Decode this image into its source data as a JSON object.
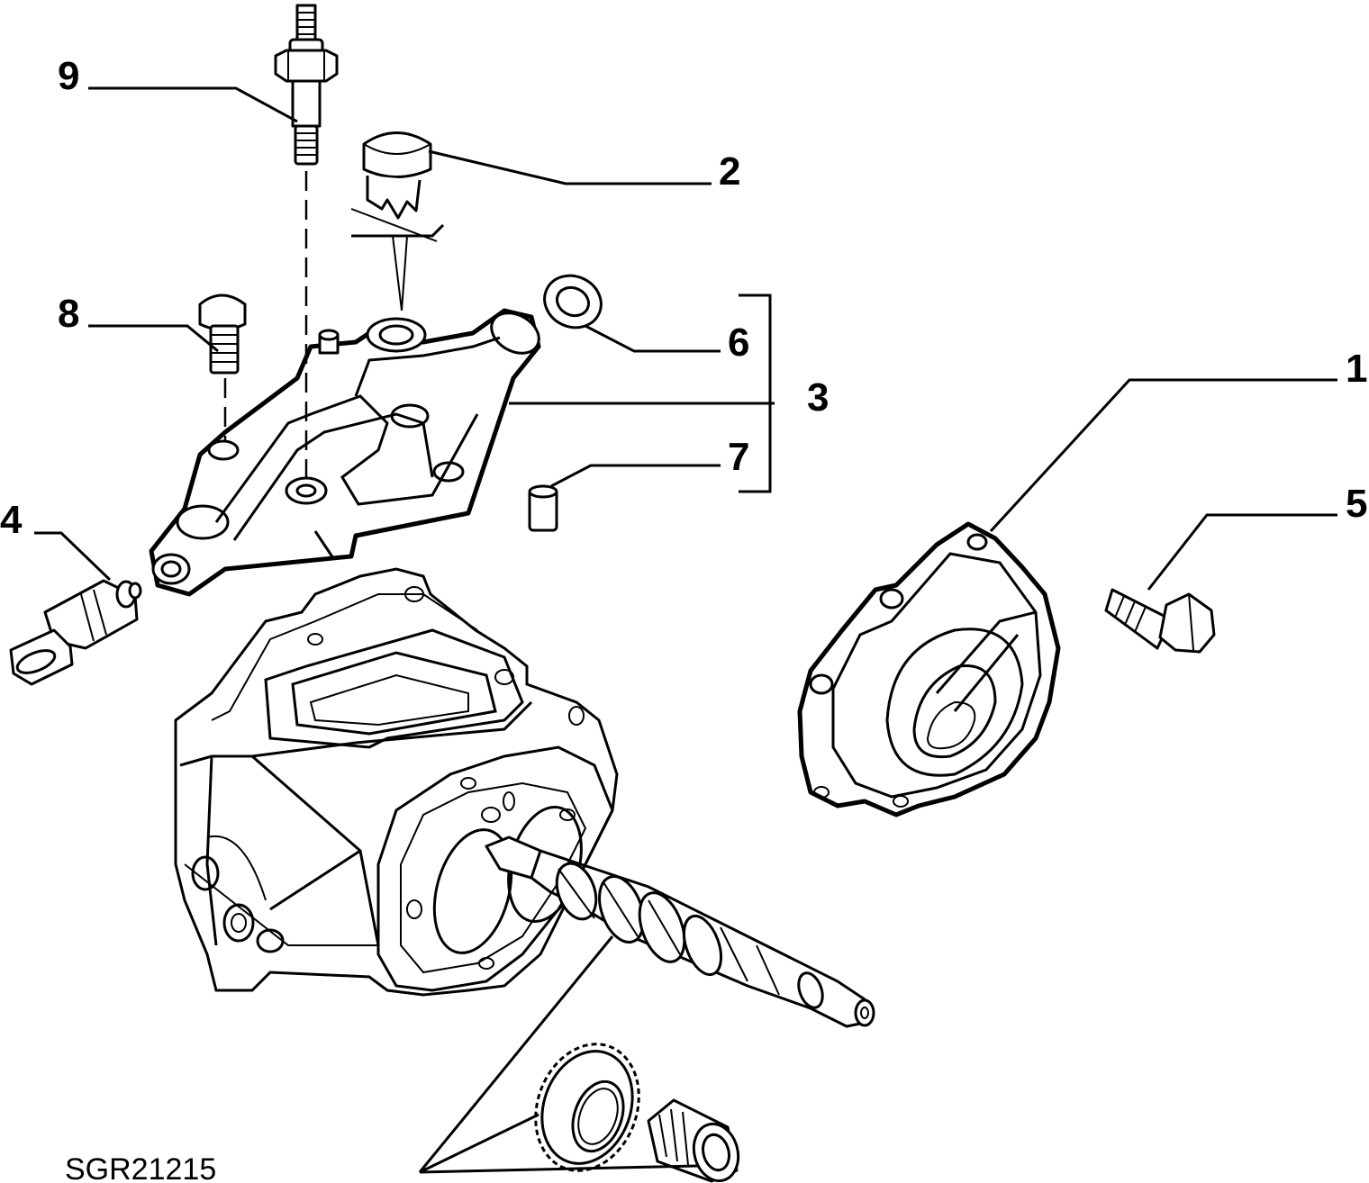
{
  "diagram": {
    "reference_code": "SGR21215",
    "callouts": [
      {
        "id": "1",
        "label": "1"
      },
      {
        "id": "2",
        "label": "2"
      },
      {
        "id": "3",
        "label": "3"
      },
      {
        "id": "4",
        "label": "4"
      },
      {
        "id": "5",
        "label": "5"
      },
      {
        "id": "6",
        "label": "6"
      },
      {
        "id": "7",
        "label": "7"
      },
      {
        "id": "8",
        "label": "8"
      },
      {
        "id": "9",
        "label": "9"
      }
    ]
  }
}
